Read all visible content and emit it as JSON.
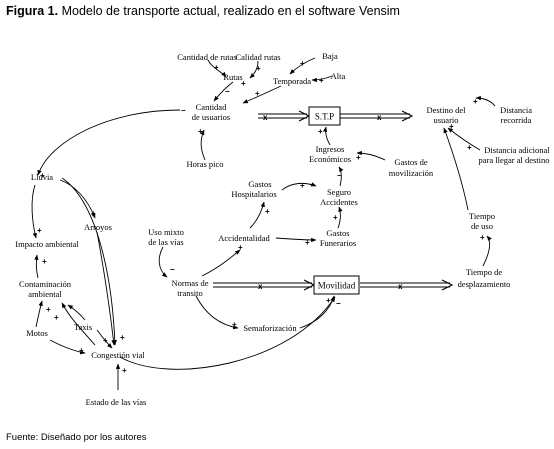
{
  "title": {
    "label": "Figura 1.",
    "text": "Modelo de transporte actual, realizado en el software Vensim"
  },
  "source": "Fuente: Diseñado por los autores",
  "diagram": {
    "stocks": {
      "stp": "S.T.P",
      "movilidad": "Movilidad"
    },
    "nodes": {
      "cantidad_rutas": "Cantidad de rutas",
      "calidad_rutas": "Calidad rutas",
      "rutas": "Rutas",
      "baja": "Baja",
      "temporada": "Temporada",
      "alta": "Alta",
      "cantidad_usuarios_1": "Cantidad",
      "cantidad_usuarios_2": "de usuarios",
      "destino_usuario_1": "Destino del",
      "destino_usuario_2": "usuario",
      "distancia_recorrida_1": "Distancia",
      "distancia_recorrida_2": "recorrida",
      "distancia_adicional_1": "Distancia adicional",
      "distancia_adicional_2": "para llegar al destino",
      "ingresos_1": "Ingresos",
      "ingresos_2": "Económicos",
      "gastos_movilizacion_1": "Gastos de",
      "gastos_movilizacion_2": "movilización",
      "horas_pico": "Horas pico",
      "lluvia": "Lluvia",
      "gastos_hosp_1": "Gastos",
      "gastos_hosp_2": "Hospitalarios",
      "seguro_1": "Seguro",
      "seguro_2": "Accidentes",
      "arroyos": "Arroyos",
      "impacto_ambiental": "Impacto ambiental",
      "uso_mixto_1": "Uso mixto",
      "uso_mixto_2": "de las vías",
      "accidentalidad": "Accidentalidad",
      "gastos_fun_1": "Gastos",
      "gastos_fun_2": "Funerarios",
      "tiempo_uso_1": "Tiempo",
      "tiempo_uso_2": "de uso",
      "contaminacion_1": "Contaminación",
      "contaminacion_2": "ambiental",
      "normas_1": "Normas de",
      "normas_2": "transito",
      "tiempo_desp_1": "Tiempo de",
      "tiempo_desp_2": "desplazamiento",
      "taxis": "Taxis",
      "motos": "Motos",
      "semaforizacion": "Semaforización",
      "congestion": "Congestión vial",
      "estado_vias": "Estado de las vías"
    }
  }
}
